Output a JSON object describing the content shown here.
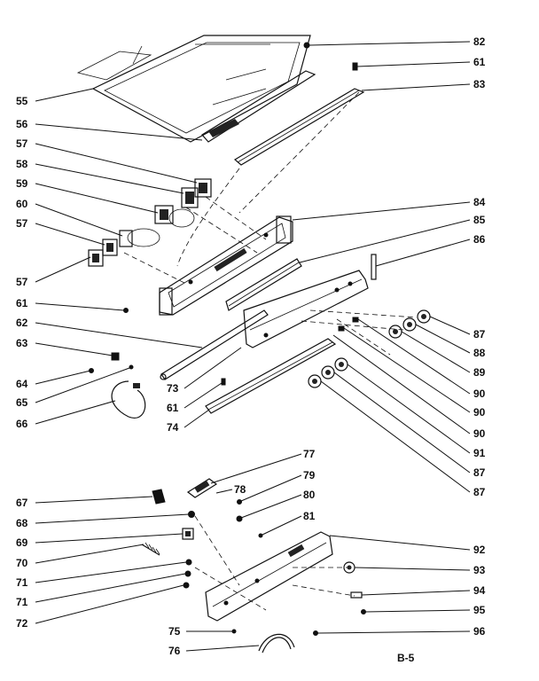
{
  "diagram": {
    "callouts_left": [
      "55",
      "56",
      "57",
      "58",
      "59",
      "60",
      "57",
      "57",
      "61",
      "62",
      "63",
      "64",
      "65",
      "66",
      "73",
      "61",
      "74",
      "67",
      "68",
      "69",
      "70",
      "71",
      "71",
      "72",
      "75",
      "76",
      "77",
      "78",
      "79",
      "80",
      "81"
    ],
    "callouts_right": [
      "82",
      "61",
      "83",
      "84",
      "85",
      "86",
      "87",
      "88",
      "89",
      "90",
      "90",
      "90",
      "91",
      "87",
      "87",
      "92",
      "93",
      "94",
      "95",
      "96"
    ],
    "sheet_label": "B-5"
  }
}
